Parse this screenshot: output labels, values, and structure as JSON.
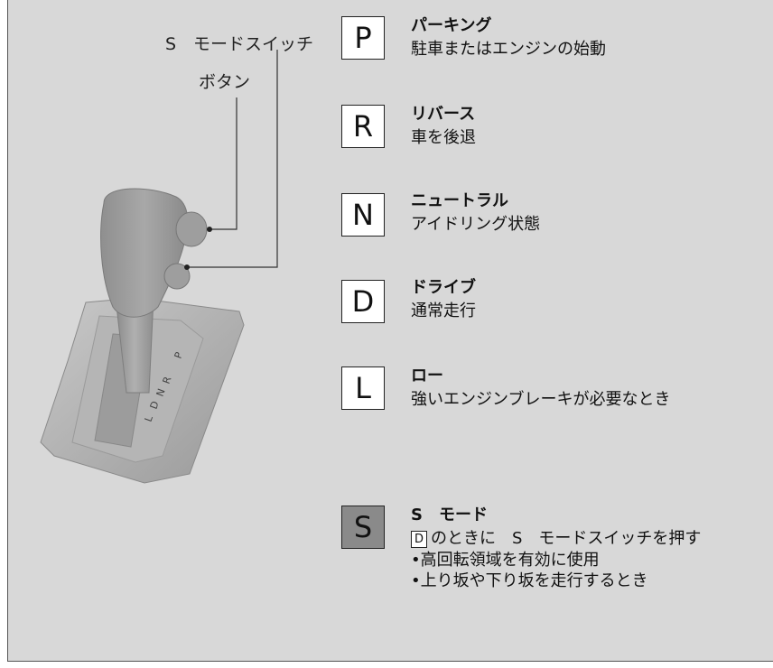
{
  "callouts": {
    "mode_switch": "S　モードスイッチ",
    "button": "ボタン"
  },
  "gears": [
    {
      "letter": "P",
      "title": "パーキング",
      "desc": "駐車またはエンジンの始動"
    },
    {
      "letter": "R",
      "title": "リバース",
      "desc": "車を後退"
    },
    {
      "letter": "N",
      "title": "ニュートラル",
      "desc": "アイドリング状態"
    },
    {
      "letter": "D",
      "title": "ドライブ",
      "desc": "通常走行"
    },
    {
      "letter": "L",
      "title": "ロー",
      "desc": "強いエンジンブレーキが必要なとき"
    }
  ],
  "s_mode": {
    "letter": "S",
    "title": "S　モード",
    "inline_box": "D",
    "line1": "のときに　S　モードスイッチを押す",
    "bullets": [
      "•高回転領域を有効に使用",
      "•上り坂や下り坂を走行するとき"
    ]
  },
  "gate_labels": [
    "P",
    "R",
    "N",
    "D",
    "L"
  ],
  "colors": {
    "panel": "#d8d8d8",
    "box_light": "#ffffff",
    "box_dark": "#8a8a8a"
  }
}
